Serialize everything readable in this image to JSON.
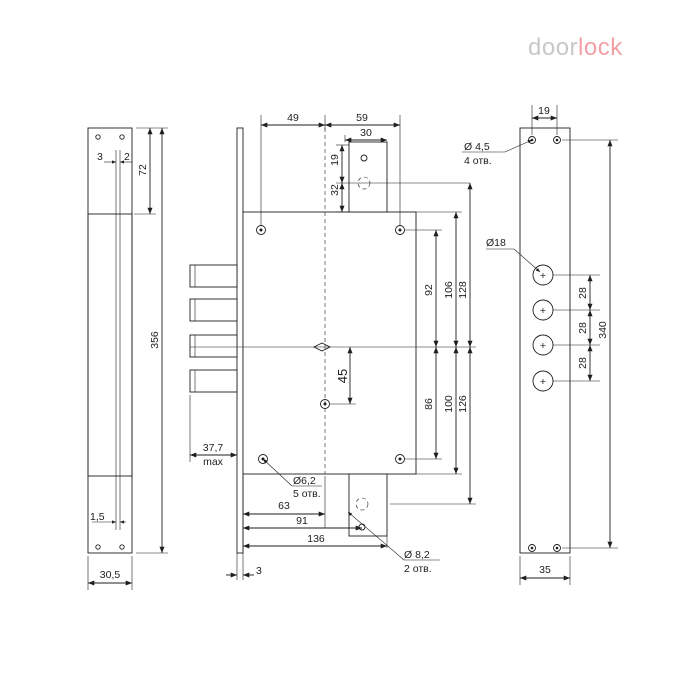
{
  "logo": {
    "part1": "door",
    "part2": "lock",
    "color1": "#c8c8c8",
    "color2": "#f2a0a6"
  },
  "dimensions": {
    "left_height": "356",
    "left_top": "72",
    "left_a": "3",
    "left_b": "2",
    "left_c": "1,5",
    "left_width": "30,5",
    "top_49": "49",
    "top_59": "59",
    "top_30": "30",
    "top_19": "19",
    "top_32": "32",
    "r92": "92",
    "r106": "106",
    "r128": "128",
    "r86": "86",
    "r100": "100",
    "r126": "126",
    "d45": "45",
    "bolt_max": "37,7",
    "bolt_max_word": "max",
    "hole62": "Ø6,2",
    "hole62_count": "5 отв.",
    "w63": "63",
    "w91": "91",
    "w136": "136",
    "w3": "3",
    "hole82": "Ø 8,2",
    "hole82_count": "2 отв.",
    "s19": "19",
    "s_hole45": "Ø 4,5",
    "s_hole45_count": "4 отв.",
    "s_d18": "Ø18",
    "s28a": "28",
    "s28b": "28",
    "s28c": "28",
    "s340": "340",
    "s35": "35"
  }
}
